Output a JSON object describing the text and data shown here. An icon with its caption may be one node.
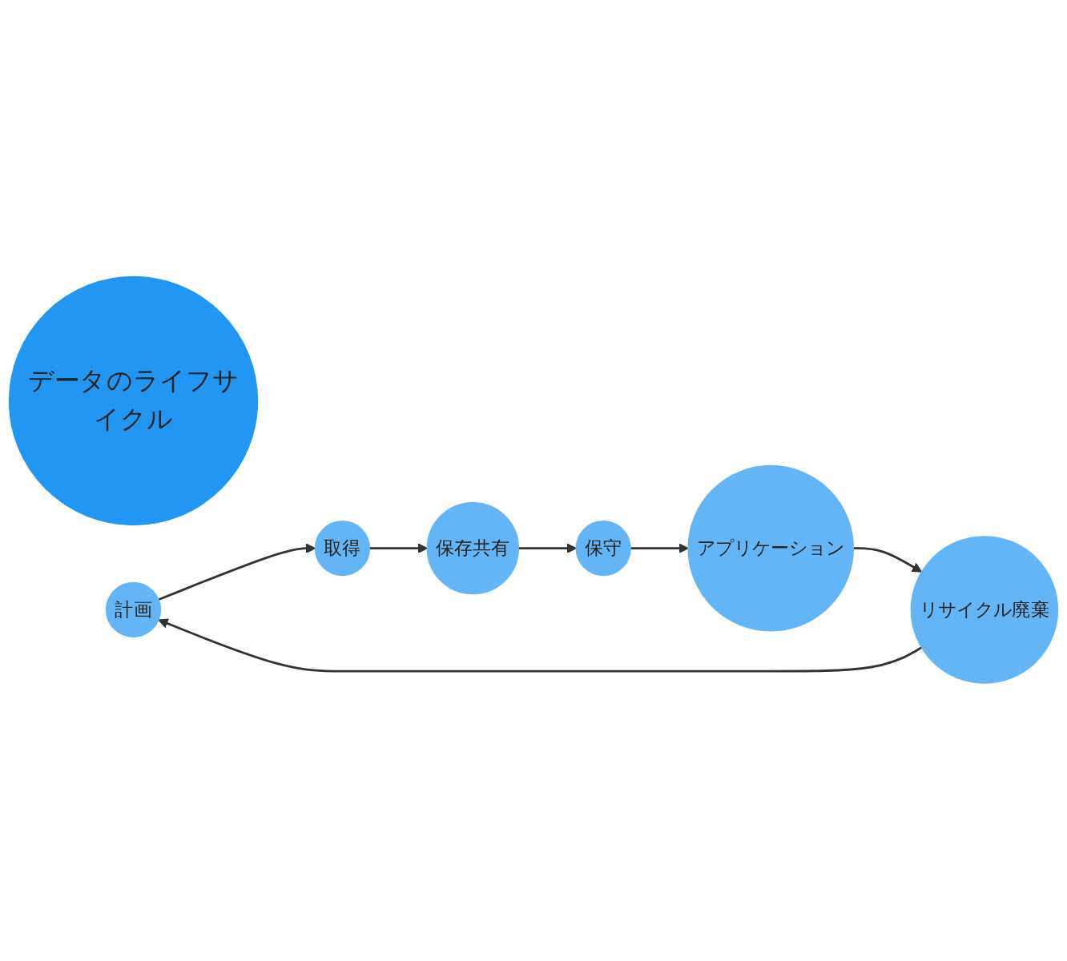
{
  "diagram": {
    "nodes": [
      {
        "text": [
          "データのライフサイクル"
        ]
      },
      {
        "text": [
          "計画"
        ]
      },
      {
        "text": [
          "取得"
        ]
      },
      {
        "text": [
          "保存共有"
        ]
      },
      {
        "text": [
          "保守"
        ]
      },
      {
        "text": [
          "アプリケーション"
        ]
      },
      {
        "text": [
          "リサイクル廃棄"
        ]
      }
    ],
    "edges": [
      {
        "from": 6,
        "to": 1,
        "arrow": "to"
      },
      {
        "from": 1,
        "to": 2,
        "arrow": "to"
      },
      {
        "from": 2,
        "to": 3,
        "arrow": "to"
      },
      {
        "from": 3,
        "to": 4,
        "arrow": "to"
      },
      {
        "from": 4,
        "to": 5,
        "arrow": "to"
      },
      {
        "from": 5,
        "to": 6,
        "arrow": "to"
      }
    ]
  }
}
